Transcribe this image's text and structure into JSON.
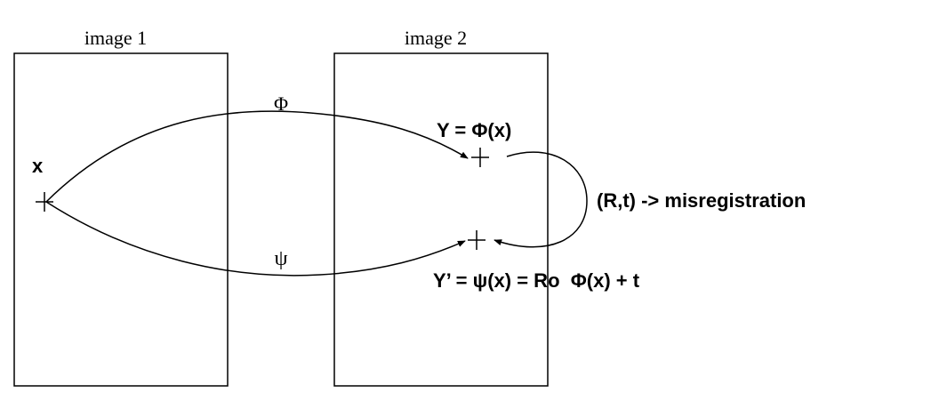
{
  "labels": {
    "image1": "image 1",
    "image2": "image 2",
    "x": "x",
    "phi": "Φ",
    "psi": "ψ",
    "y_eq": "Y = Φ(x)",
    "yprime_eq": "Y’ = ψ(x) = Ro  Φ(x) + t",
    "misregistration": "(R,t) -> misregistration"
  },
  "colors": {
    "stroke": "#000000",
    "background": "#ffffff"
  }
}
